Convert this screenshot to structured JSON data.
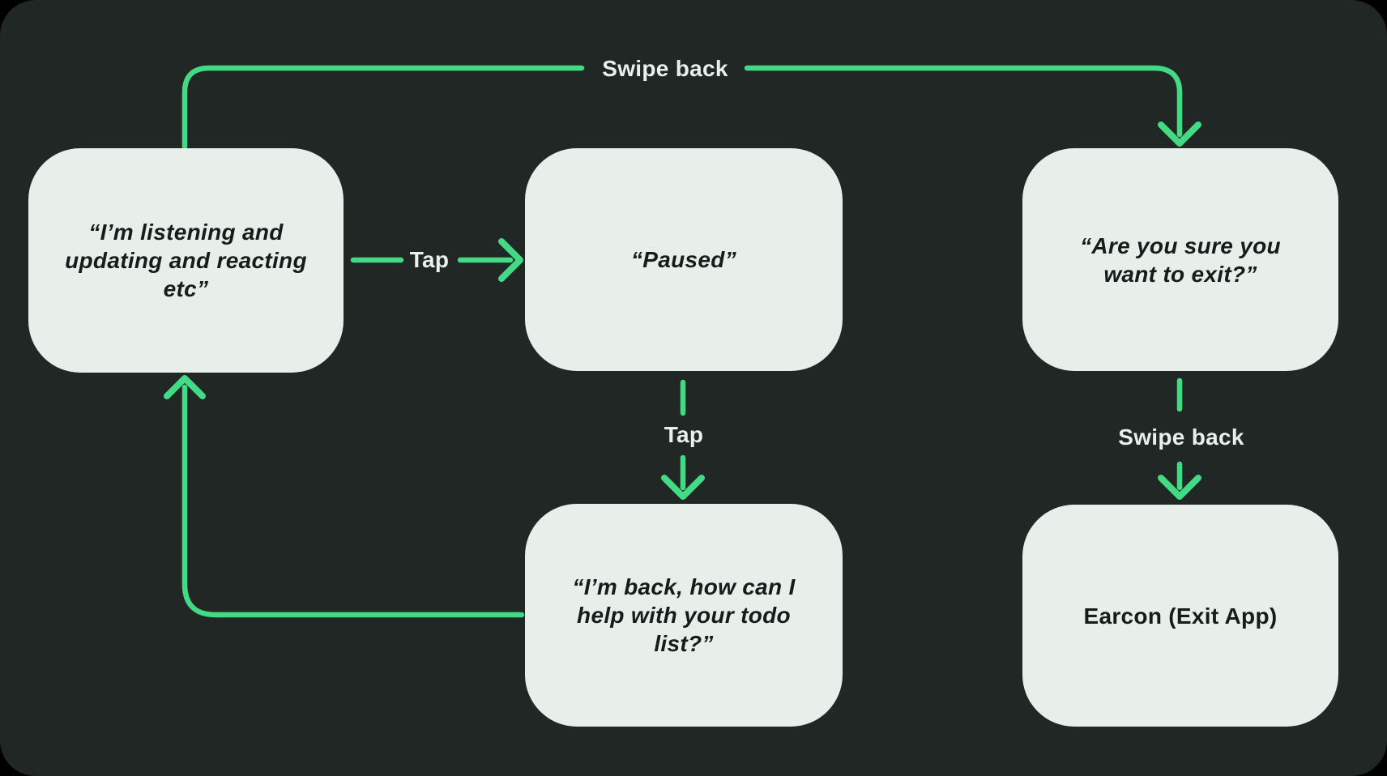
{
  "colors": {
    "page_background": "#000000",
    "panel_background": "#202725",
    "node_fill": "#e8efeb",
    "node_text": "#171c1a",
    "arrow": "#42da85",
    "label_text": "#e9efec"
  },
  "diagram": {
    "type": "flowchart",
    "nodes": [
      {
        "id": "listening",
        "text": "“I’m listening and updating and reacting etc”",
        "style": "bold-italic"
      },
      {
        "id": "paused",
        "text": "“Paused”",
        "style": "bold-italic"
      },
      {
        "id": "exit-confirm",
        "text": "“Are you sure you want to exit?”",
        "style": "bold-italic"
      },
      {
        "id": "im-back",
        "text": "“I’m back, how can I help with your todo list?”",
        "style": "bold-italic"
      },
      {
        "id": "earcon",
        "text": "Earcon (Exit App)",
        "style": "bold"
      }
    ],
    "edges": [
      {
        "from": "listening",
        "to": "exit-confirm",
        "label": "Swipe back",
        "route": "up-over-top-then-down"
      },
      {
        "from": "listening",
        "to": "paused",
        "label": "Tap",
        "route": "right"
      },
      {
        "from": "paused",
        "to": "im-back",
        "label": "Tap",
        "route": "down"
      },
      {
        "from": "im-back",
        "to": "listening",
        "label": "",
        "route": "left-then-up"
      },
      {
        "from": "exit-confirm",
        "to": "earcon",
        "label": "Swipe back",
        "route": "down"
      }
    ]
  }
}
